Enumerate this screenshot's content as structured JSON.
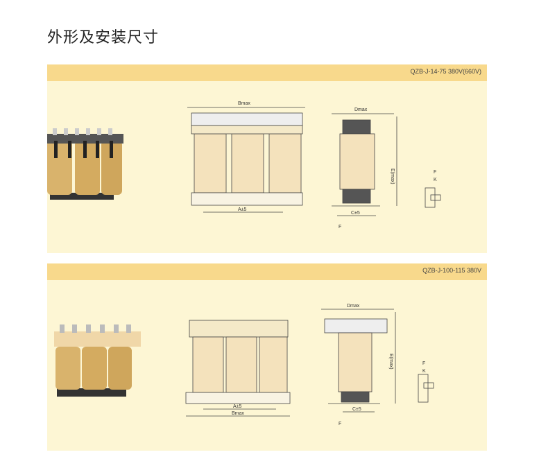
{
  "page_title": "外形及安装尺寸",
  "panels": [
    {
      "model": "QZB-J-14-75 380V(660V)",
      "labels": {
        "bmax": "Bmax",
        "a": "A±5",
        "dmax": "Dmax",
        "c": "C±5",
        "e": "E(max)",
        "f": "F",
        "k": "K"
      }
    },
    {
      "model": "QZB-J-100-115 380V",
      "labels": {
        "bmax": "Bmax",
        "a": "A±5",
        "dmax": "Dmax",
        "c": "C±5",
        "e": "E(max)",
        "f": "F",
        "k": "K"
      }
    }
  ],
  "colors": {
    "band": "#f8d98c",
    "panel": "#fdf6d4",
    "coil": "#f4e2bc"
  }
}
